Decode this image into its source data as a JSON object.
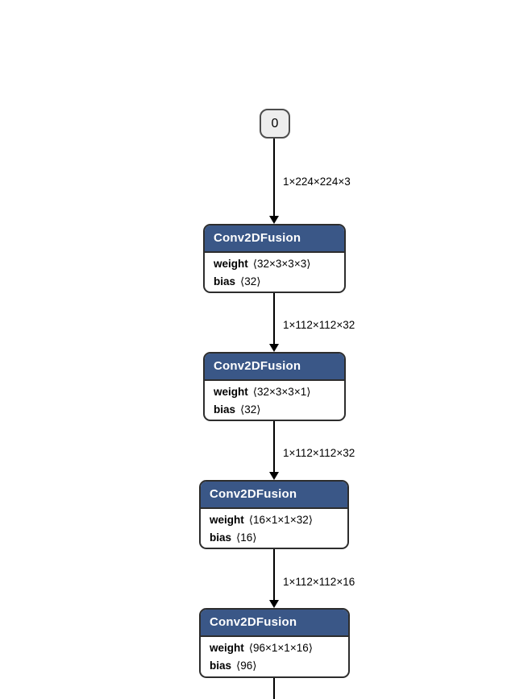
{
  "diagram": {
    "input_node": {
      "label": "0"
    },
    "edge_labels": [
      "1×224×224×3",
      "1×112×112×32",
      "1×112×112×32",
      "1×112×112×16"
    ],
    "nodes": [
      {
        "title": "Conv2DFusion",
        "attrs": [
          {
            "name": "weight",
            "value": "⟨32×3×3×3⟩"
          },
          {
            "name": "bias",
            "value": "⟨32⟩"
          }
        ]
      },
      {
        "title": "Conv2DFusion",
        "attrs": [
          {
            "name": "weight",
            "value": "⟨32×3×3×1⟩"
          },
          {
            "name": "bias",
            "value": "⟨32⟩"
          }
        ]
      },
      {
        "title": "Conv2DFusion",
        "attrs": [
          {
            "name": "weight",
            "value": "⟨16×1×1×32⟩"
          },
          {
            "name": "bias",
            "value": "⟨16⟩"
          }
        ]
      },
      {
        "title": "Conv2DFusion",
        "attrs": [
          {
            "name": "weight",
            "value": "⟨96×1×1×16⟩"
          },
          {
            "name": "bias",
            "value": "⟨96⟩"
          }
        ]
      }
    ],
    "colors": {
      "node_header": "#3a5787",
      "node_border": "#2d2d2d",
      "node_body": "#ffffff",
      "input_node_fill": "#ededed",
      "input_node_border": "#4d4d4d",
      "edge": "#000000",
      "background": "#ffffff"
    }
  }
}
